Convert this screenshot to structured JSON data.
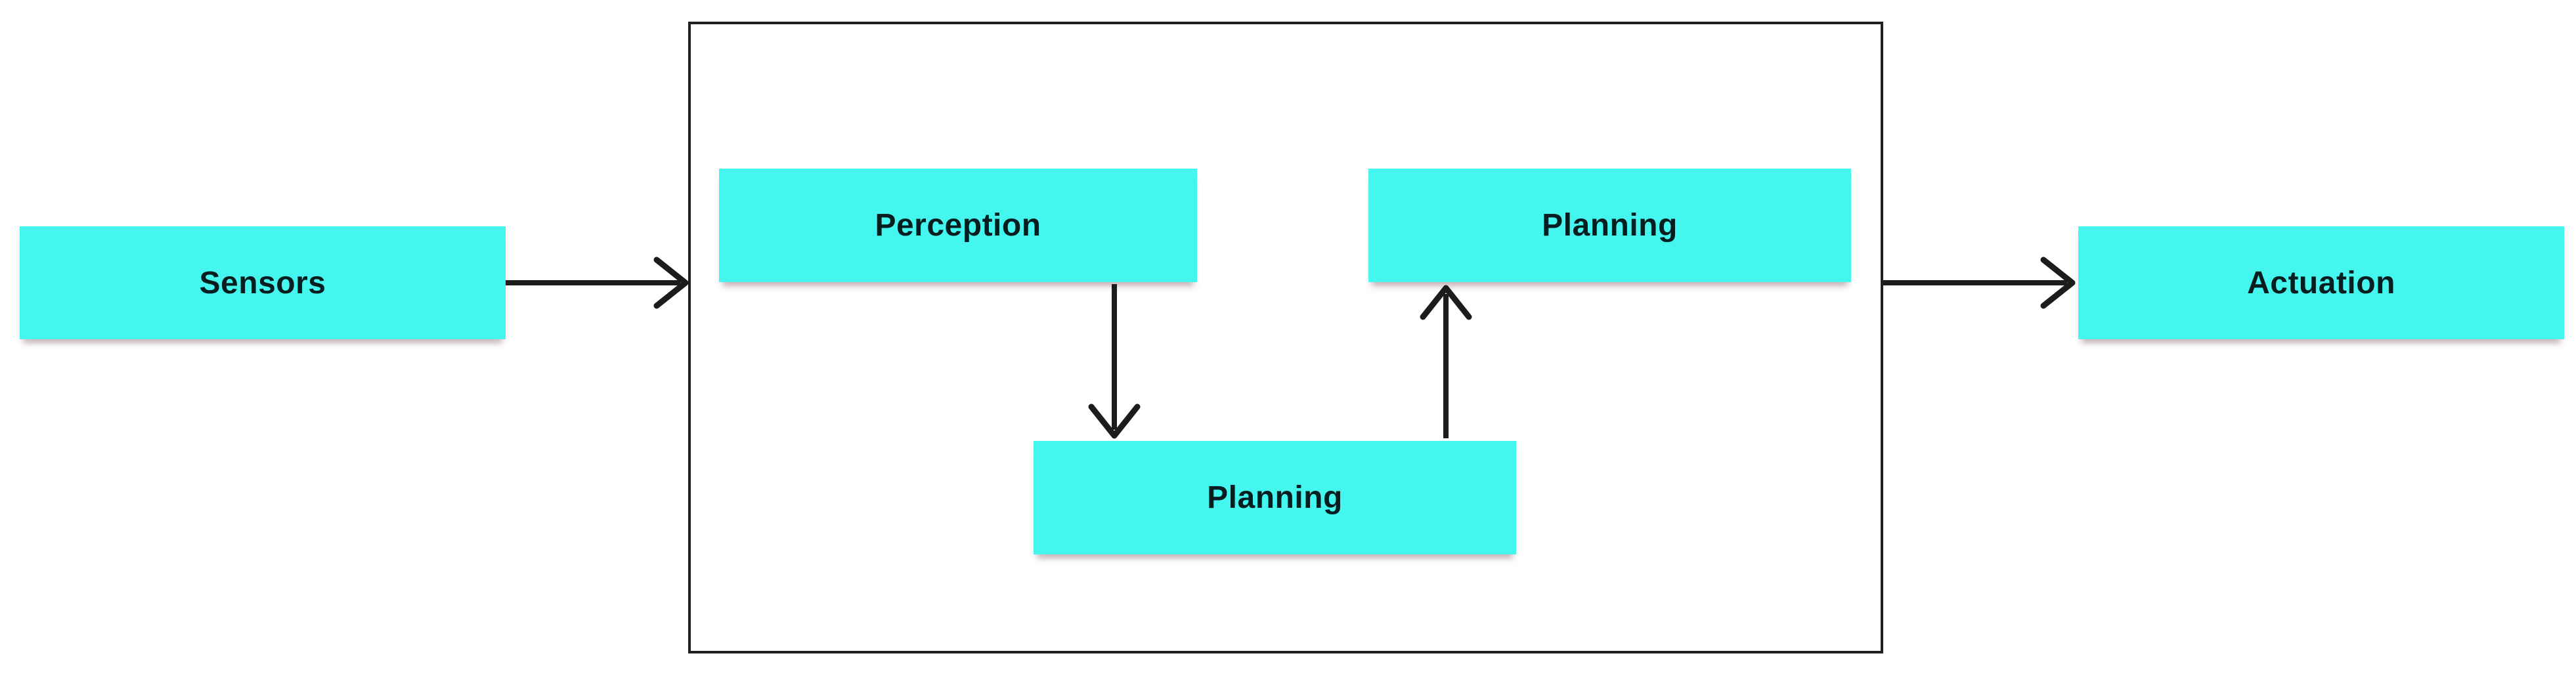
{
  "diagram": {
    "description": "Robotics pipeline block diagram",
    "colors": {
      "background": "#ffffff",
      "node_fill": "#45f6ef",
      "node_text": "#071e20",
      "arrow": "#1c1c1c",
      "container_border": "#212121"
    },
    "nodes": {
      "sensors": {
        "label": "Sensors"
      },
      "perception": {
        "label": "Perception"
      },
      "planning_top": {
        "label": "Planning"
      },
      "planning_bottom": {
        "label": "Planning"
      },
      "actuation": {
        "label": "Actuation"
      }
    },
    "edges": [
      {
        "from": "sensors",
        "to": "system-container",
        "direction": "right"
      },
      {
        "from": "perception",
        "to": "planning_bottom",
        "direction": "down"
      },
      {
        "from": "planning_bottom",
        "to": "planning_top",
        "direction": "up"
      },
      {
        "from": "system-container",
        "to": "actuation",
        "direction": "right"
      }
    ]
  }
}
